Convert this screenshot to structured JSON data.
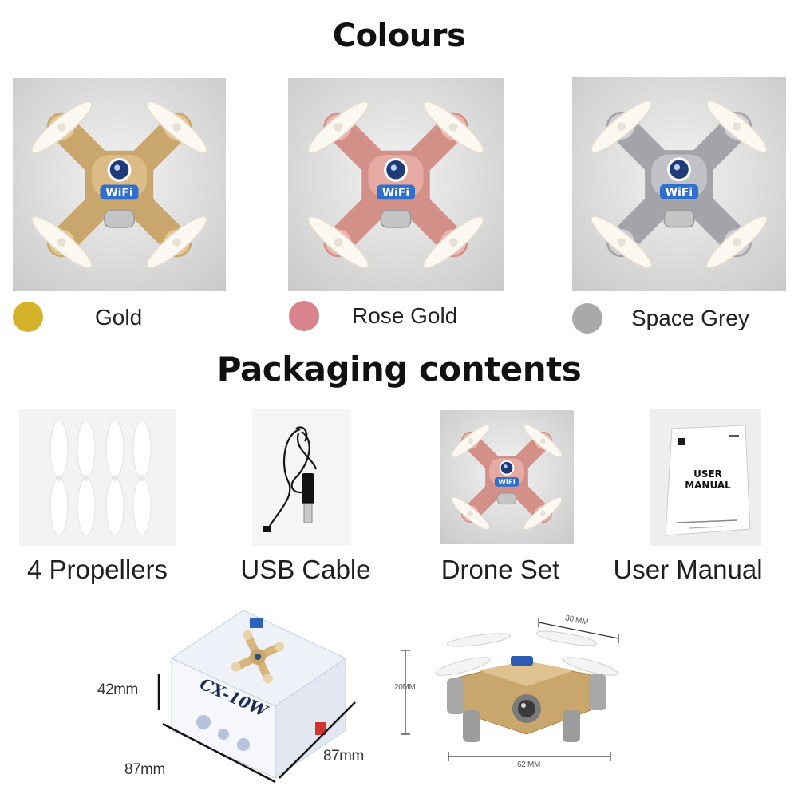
{
  "headings": {
    "colours": "Colours",
    "packaging": "Packaging contents"
  },
  "colours": [
    {
      "name": "Gold",
      "swatch": "#d4b22a",
      "body": "#c9a66b",
      "body_light": "#e3c690"
    },
    {
      "name": "Rose Gold",
      "swatch": "#d8848c",
      "body": "#d39088",
      "body_light": "#ecb6ae"
    },
    {
      "name": "Space Grey",
      "swatch": "#a9a9a9",
      "body": "#a4a4a8",
      "body_light": "#cfcfd3"
    }
  ],
  "packaging": [
    {
      "label": "4 Propellers",
      "icon": "propellers-icon"
    },
    {
      "label": "USB Cable",
      "icon": "usb-cable-icon"
    },
    {
      "label": "Drone Set",
      "icon": "drone-icon"
    },
    {
      "label": "User Manual",
      "icon": "user-manual-icon"
    }
  ],
  "drone_badge": "WiFi",
  "manual_title_line1": "USER",
  "manual_title_line2": "MANUAL",
  "box_model": "CX-10W",
  "dimensions": {
    "box_height": "42mm",
    "box_depth": "87mm",
    "box_width": "87mm",
    "drone_height": "20MM",
    "drone_prop": "30 MM",
    "drone_width": "62 MM"
  }
}
